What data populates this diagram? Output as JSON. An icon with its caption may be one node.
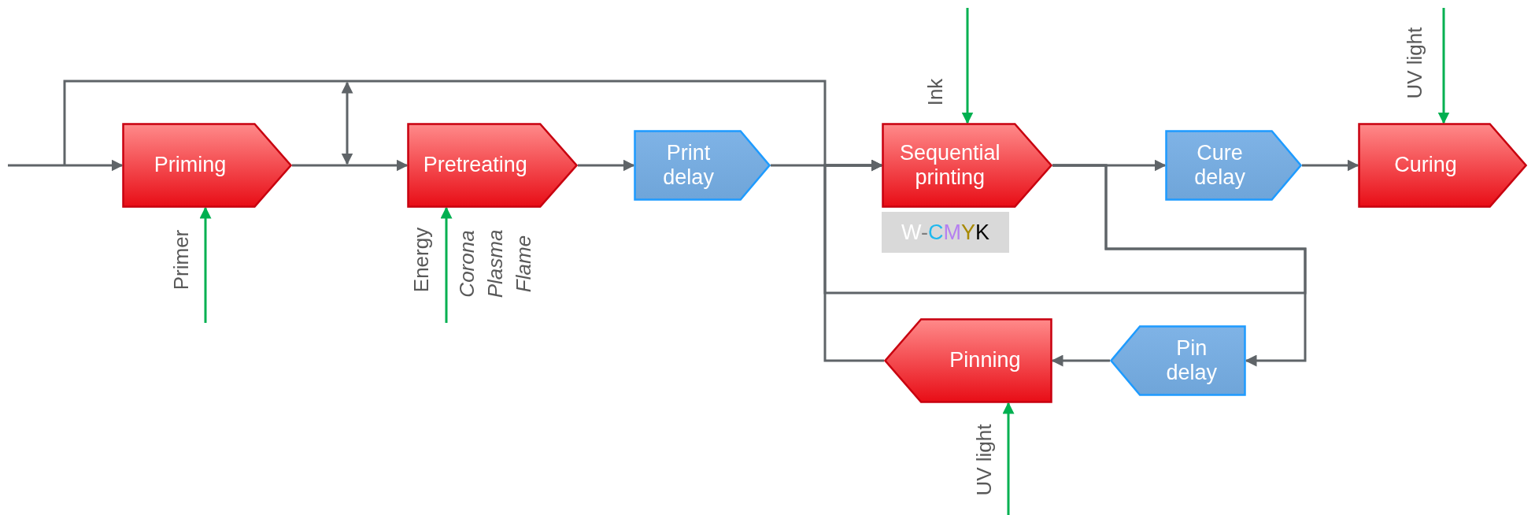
{
  "diagram": {
    "nodes": [
      {
        "text": [
          "Priming"
        ]
      },
      {
        "text": [
          "Pretreating"
        ]
      },
      {
        "text": [
          "Print delay"
        ]
      },
      {
        "text": [
          "Sequential printing"
        ]
      },
      {
        "text": [
          "Cure delay"
        ]
      },
      {
        "text": [
          "Curing"
        ]
      },
      {
        "text": [
          "Pinning"
        ]
      },
      {
        "text": [
          "Pin delay"
        ]
      },
      {
        "text": [
          "W-CMYK"
        ]
      }
    ],
    "edges": [
      {
        "from": null,
        "to": 0,
        "arrow": "to"
      },
      {
        "from": 0,
        "to": 1,
        "arrow": "to"
      },
      {
        "from": 1,
        "to": 2,
        "arrow": "to"
      },
      {
        "from": 2,
        "to": 3,
        "arrow": "to"
      },
      {
        "from": null,
        "to": 3,
        "arrow": "to"
      },
      {
        "from": 3,
        "to": 4,
        "arrow": "to"
      },
      {
        "from": 4,
        "to": 5,
        "arrow": "to"
      },
      {
        "from": 3,
        "to": 7,
        "arrow": "to"
      },
      {
        "from": 7,
        "to": 6,
        "arrow": "to"
      },
      {
        "from": 6,
        "to": 3,
        "arrow": "to"
      },
      {
        "from": 3,
        "to": 3,
        "arrow": "to"
      },
      {
        "from": null,
        "to": 0,
        "arrow": "to",
        "color": "#00b050"
      },
      {
        "from": null,
        "to": 1,
        "arrow": "to",
        "color": "#00b050"
      },
      {
        "from": null,
        "to": 3,
        "arrow": "to",
        "color": "#00b050"
      },
      {
        "from": null,
        "to": 5,
        "arrow": "to",
        "color": "#00b050"
      },
      {
        "from": null,
        "to": 6,
        "arrow": "to",
        "color": "#00b050"
      }
    ],
    "labels": [
      "Primer",
      "Energy",
      "Corona",
      "Plasma",
      "Flame",
      "Ink",
      "UV light",
      "UV light"
    ]
  }
}
